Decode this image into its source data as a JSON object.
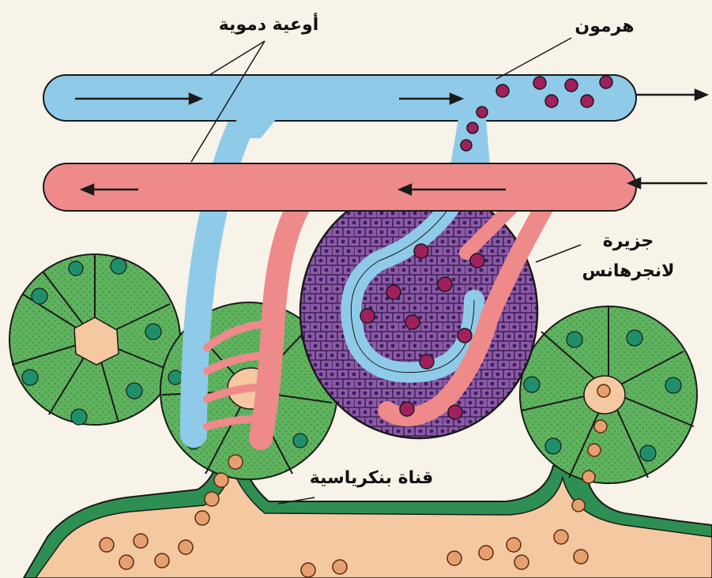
{
  "labels": {
    "blood_vessels": "أوعية دموية",
    "hormone": "هرمون",
    "islet_line1": "جزيرة",
    "islet_line2": "لانجرهانس",
    "pancreatic_duct": "قناة بنكرياسية"
  },
  "colors": {
    "background": "#f7f3e8",
    "vein_blue": "#8fcbe8",
    "artery_red": "#ee8a8a",
    "islet_purple": "#8c59a8",
    "acinus_green": "#5fb35f",
    "duct_fill": "#f4c8a0",
    "hormone_dot": "#a0205e",
    "enzyme_dot": "#e6a070",
    "outline": "#1a1a1a"
  }
}
